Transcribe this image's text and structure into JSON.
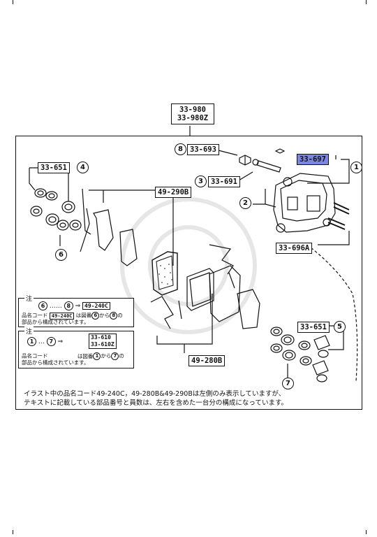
{
  "callouts": {
    "header_line1": "33-980",
    "header_line2": "33-980Z",
    "c693": "33-693",
    "c697": "33-697",
    "c691": "33-691",
    "c651_left": "33-651",
    "c651_right": "33-651",
    "c696a": "33-696A",
    "c290b": "49-290B",
    "c280b": "49-280B"
  },
  "circle_numbers": {
    "n1": "1",
    "n2": "2",
    "n3": "3",
    "n4": "4",
    "n5": "5",
    "n6": "6",
    "n7": "7",
    "n8": "8"
  },
  "note1": {
    "title": "注",
    "range_start": "6",
    "dots": "……",
    "range_end": "8",
    "arrow": "⇒",
    "code": "49-240C",
    "line_prefix": "品名コード",
    "line_mid": "は図番",
    "line_from": "から",
    "line_end": "の",
    "line2": "部品から構成されています。"
  },
  "note2": {
    "title": "注",
    "range_start": "1",
    "dots": "…",
    "range_end": "7",
    "arrow": "⇒",
    "code1": "33-610",
    "code2": "33-610Z",
    "line_prefix": "品名コード",
    "line_mid": "は図番",
    "line_from": "から",
    "line_end": "の",
    "line2": "部品から構成されています。"
  },
  "footer": {
    "line1": "イラスト中の品名コード49-240C，49-280B&49-290Bは左側のみ表示していますが、",
    "line2": "テキストに記載している部品番号と員数は、左右を含めた一台分の構成になっています。"
  },
  "colors": {
    "highlight": "#7b86df",
    "ink": "#111111"
  }
}
